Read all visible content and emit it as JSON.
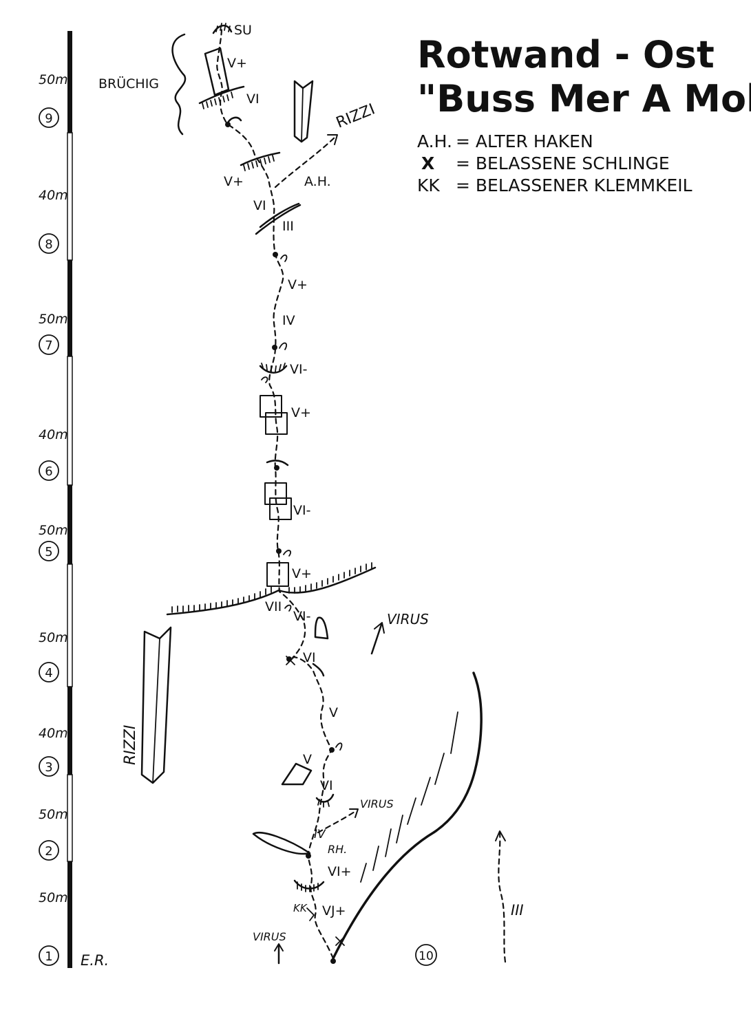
{
  "title": {
    "line1": "Rotwand - Ost",
    "line2": "\"Buss Mer A Mol\""
  },
  "legend": [
    {
      "key": "A.H.",
      "text": "= ALTER HAKEN"
    },
    {
      "key": "X",
      "text": "= BELASSENE SCHLINGE"
    },
    {
      "key": "KK",
      "text": "= BELASSENER KLEMMKEIL"
    }
  ],
  "scale": {
    "pitch_lengths": [
      "50m",
      "40m",
      "50m",
      "40m",
      "50m",
      "50m",
      "40m",
      "50m",
      "50m"
    ],
    "pitch_numbers": [
      "9",
      "8",
      "7",
      "6",
      "5",
      "4",
      "3",
      "2",
      "1"
    ],
    "start_label": "E.R."
  },
  "grades": [
    "V+",
    "VI",
    "V+",
    "VI",
    "III",
    "V+",
    "IV",
    "VI-",
    "V+",
    "VI-",
    "V+",
    "VII",
    "VI-",
    "VI",
    "V",
    "V",
    "VI",
    "IV",
    "VI+",
    "VJ+"
  ],
  "annotations": {
    "su": "SU",
    "bruchig": "BRÜCHIG",
    "rizzi_top": "RIZZI",
    "ah": "A.H.",
    "virus_mid": "VIRUS",
    "rizzi_left": "RIZZI",
    "virus_low": "VIRUS",
    "rh": "RH.",
    "kk": "KK",
    "virus_bottom": "VIRUS",
    "pitch_ten": "10",
    "grade_three": "III"
  }
}
